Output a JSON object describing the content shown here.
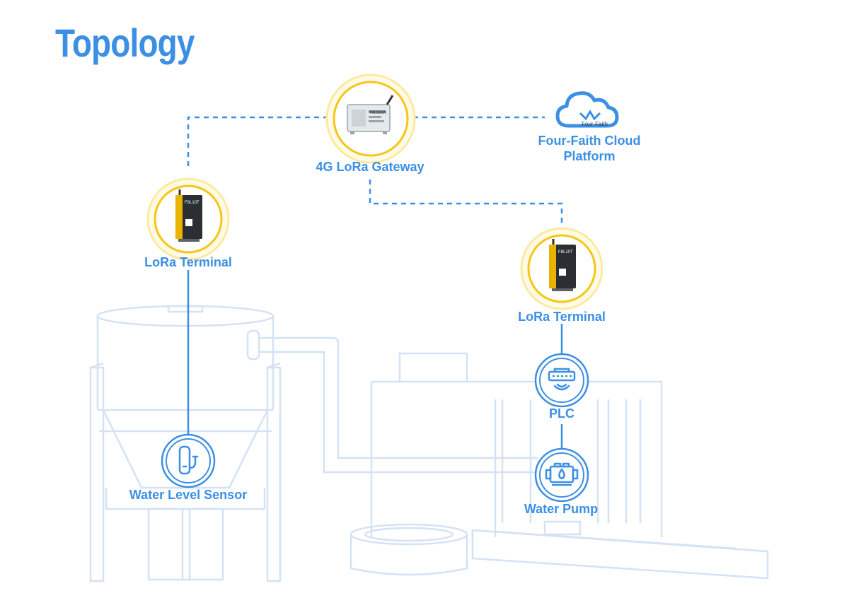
{
  "title": "Topology",
  "colors": {
    "accent": "#3b8fe4",
    "title": "#3b8fe4",
    "ring": "#f5c518",
    "outline": "#d4e2f4"
  },
  "nodes": {
    "gateway": {
      "label": "4G LoRa Gateway",
      "device_label": "F8L10GW",
      "icon": "gateway-device-icon"
    },
    "cloud": {
      "label_line1": "Four-Faith Cloud",
      "label_line2": "Platform",
      "logo_text": "Four-Faith",
      "icon": "cloud-logo-icon"
    },
    "lora_left": {
      "label": "LoRa Terminal",
      "device_label": "F8L10T",
      "icon": "lora-terminal-icon"
    },
    "lora_right": {
      "label": "LoRa Terminal",
      "device_label": "F8L10T",
      "icon": "lora-terminal-icon"
    },
    "plc": {
      "label": "PLC",
      "icon": "plc-icon"
    },
    "pump": {
      "label": "Water Pump",
      "icon": "pump-icon"
    },
    "sensor": {
      "label": "Water Level Sensor",
      "icon": "water-level-sensor-icon"
    }
  }
}
